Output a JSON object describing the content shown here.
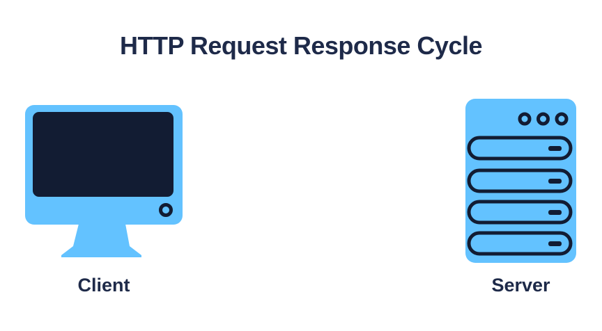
{
  "title": "HTTP Request Response Cycle",
  "nodes": [
    {
      "id": "client",
      "label": "Client",
      "icon": "monitor-icon"
    },
    {
      "id": "server",
      "label": "Server",
      "icon": "server-rack-icon"
    }
  ],
  "colors": {
    "icon_blue": "#63C2FF",
    "icon_navy": "#121C33",
    "text_navy": "#1E2A49",
    "background": "#FFFFFF"
  }
}
